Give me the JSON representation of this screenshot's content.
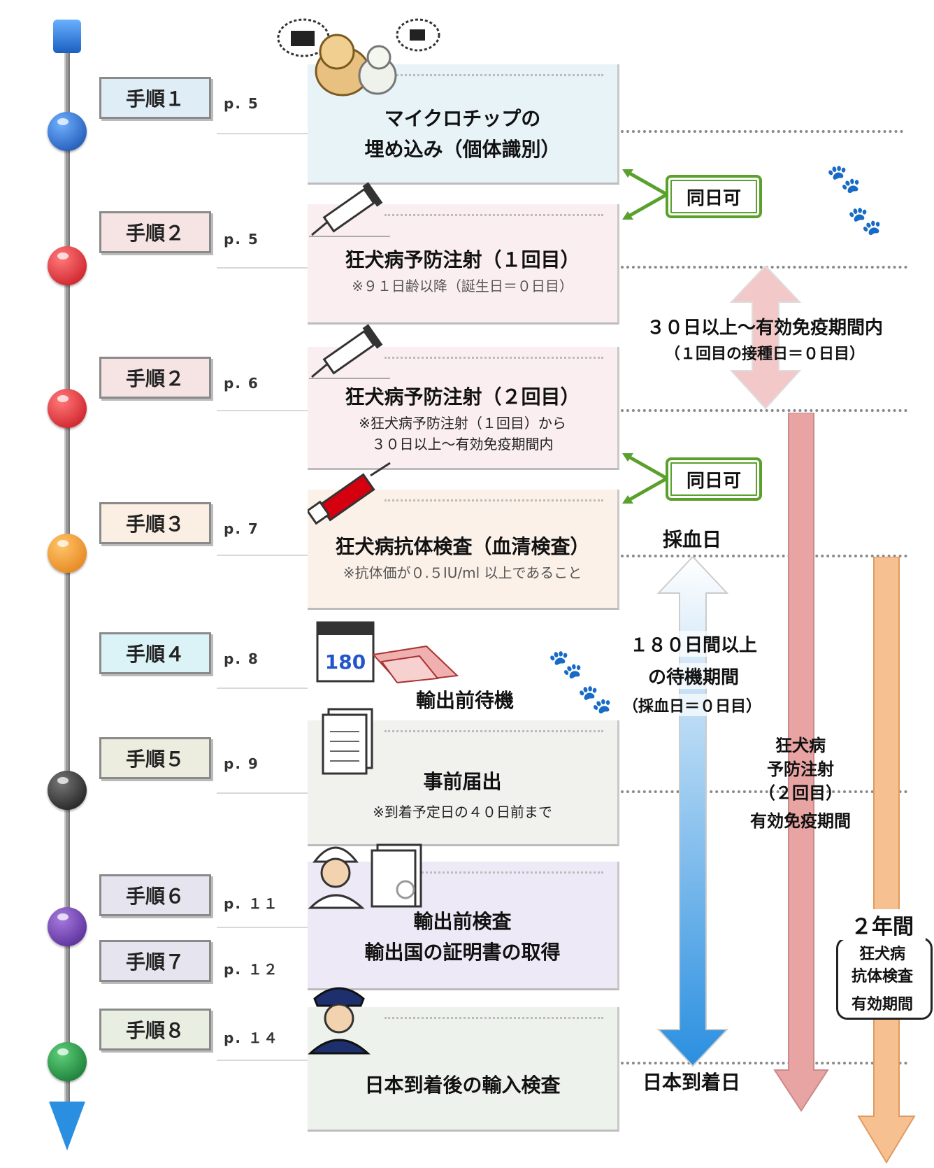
{
  "steps": [
    {
      "label": "手順１",
      "page": "p. 5",
      "title": "マイクロチップの\n埋め込み（個体識別）",
      "note": ""
    },
    {
      "label": "手順２",
      "page": "p. 5",
      "title": "狂犬病予防注射（１回目）",
      "note": "※９１日齢以降（誕生日＝０日目）"
    },
    {
      "label": "手順２",
      "page": "p. 6",
      "title": "狂犬病予防注射（２回目）",
      "note": "※狂犬病予防注射（１回目）から\n３０日以上～有効免疫期間内"
    },
    {
      "label": "手順３",
      "page": "p. 7",
      "title": "狂犬病抗体検査（血清検査）",
      "note": "※抗体価が０.５IU/ml 以上であること"
    },
    {
      "label": "手順４",
      "page": "p. 8",
      "title": "輸出前待機",
      "note": ""
    },
    {
      "label": "手順５",
      "page": "p. 9",
      "title": "事前届出",
      "note": "※到着予定日の４０日前まで"
    },
    {
      "label": "手順６",
      "page": "p. １１",
      "title": "輸出前検査\n輸出国の証明書の取得",
      "note": ""
    },
    {
      "label": "手順７",
      "page": "p. １２",
      "title": "",
      "note": ""
    },
    {
      "label": "手順８",
      "page": "p. １４",
      "title": "日本到着後の輸入検査",
      "note": ""
    }
  ],
  "badges": {
    "same_day_1": "同日可",
    "same_day_2": "同日可"
  },
  "right_texts": {
    "interval_1": "３０日以上～有効免疫期間内",
    "interval_1_note": "（１回目の接種日＝０日目）",
    "blood_day": "採血日",
    "wait_1": "１８０日間以上",
    "wait_2": "の待機期間",
    "wait_3": "（採血日＝０日目）",
    "vaccine_1": "狂犬病",
    "vaccine_2": "予防注射",
    "vaccine_3": "（２回目）",
    "vaccine_4": "有効免疫期間",
    "arrival": "日本到着日",
    "two_years": "２年間",
    "antibody_1": "狂犬病",
    "antibody_2": "抗体検査",
    "antibody_3": "有効期間"
  },
  "icons": [
    "dog-cat-icon",
    "syringe-icon",
    "syringe-icon",
    "blood-syringe-icon",
    "calendar-icon",
    "document-icon",
    "inspector-icon",
    "officer-icon",
    "paw-icon"
  ],
  "colors": {
    "green": "#5aa02c",
    "pink": "#e8a3a3",
    "blue": "#2a8fe0",
    "orange": "#f5b070"
  }
}
